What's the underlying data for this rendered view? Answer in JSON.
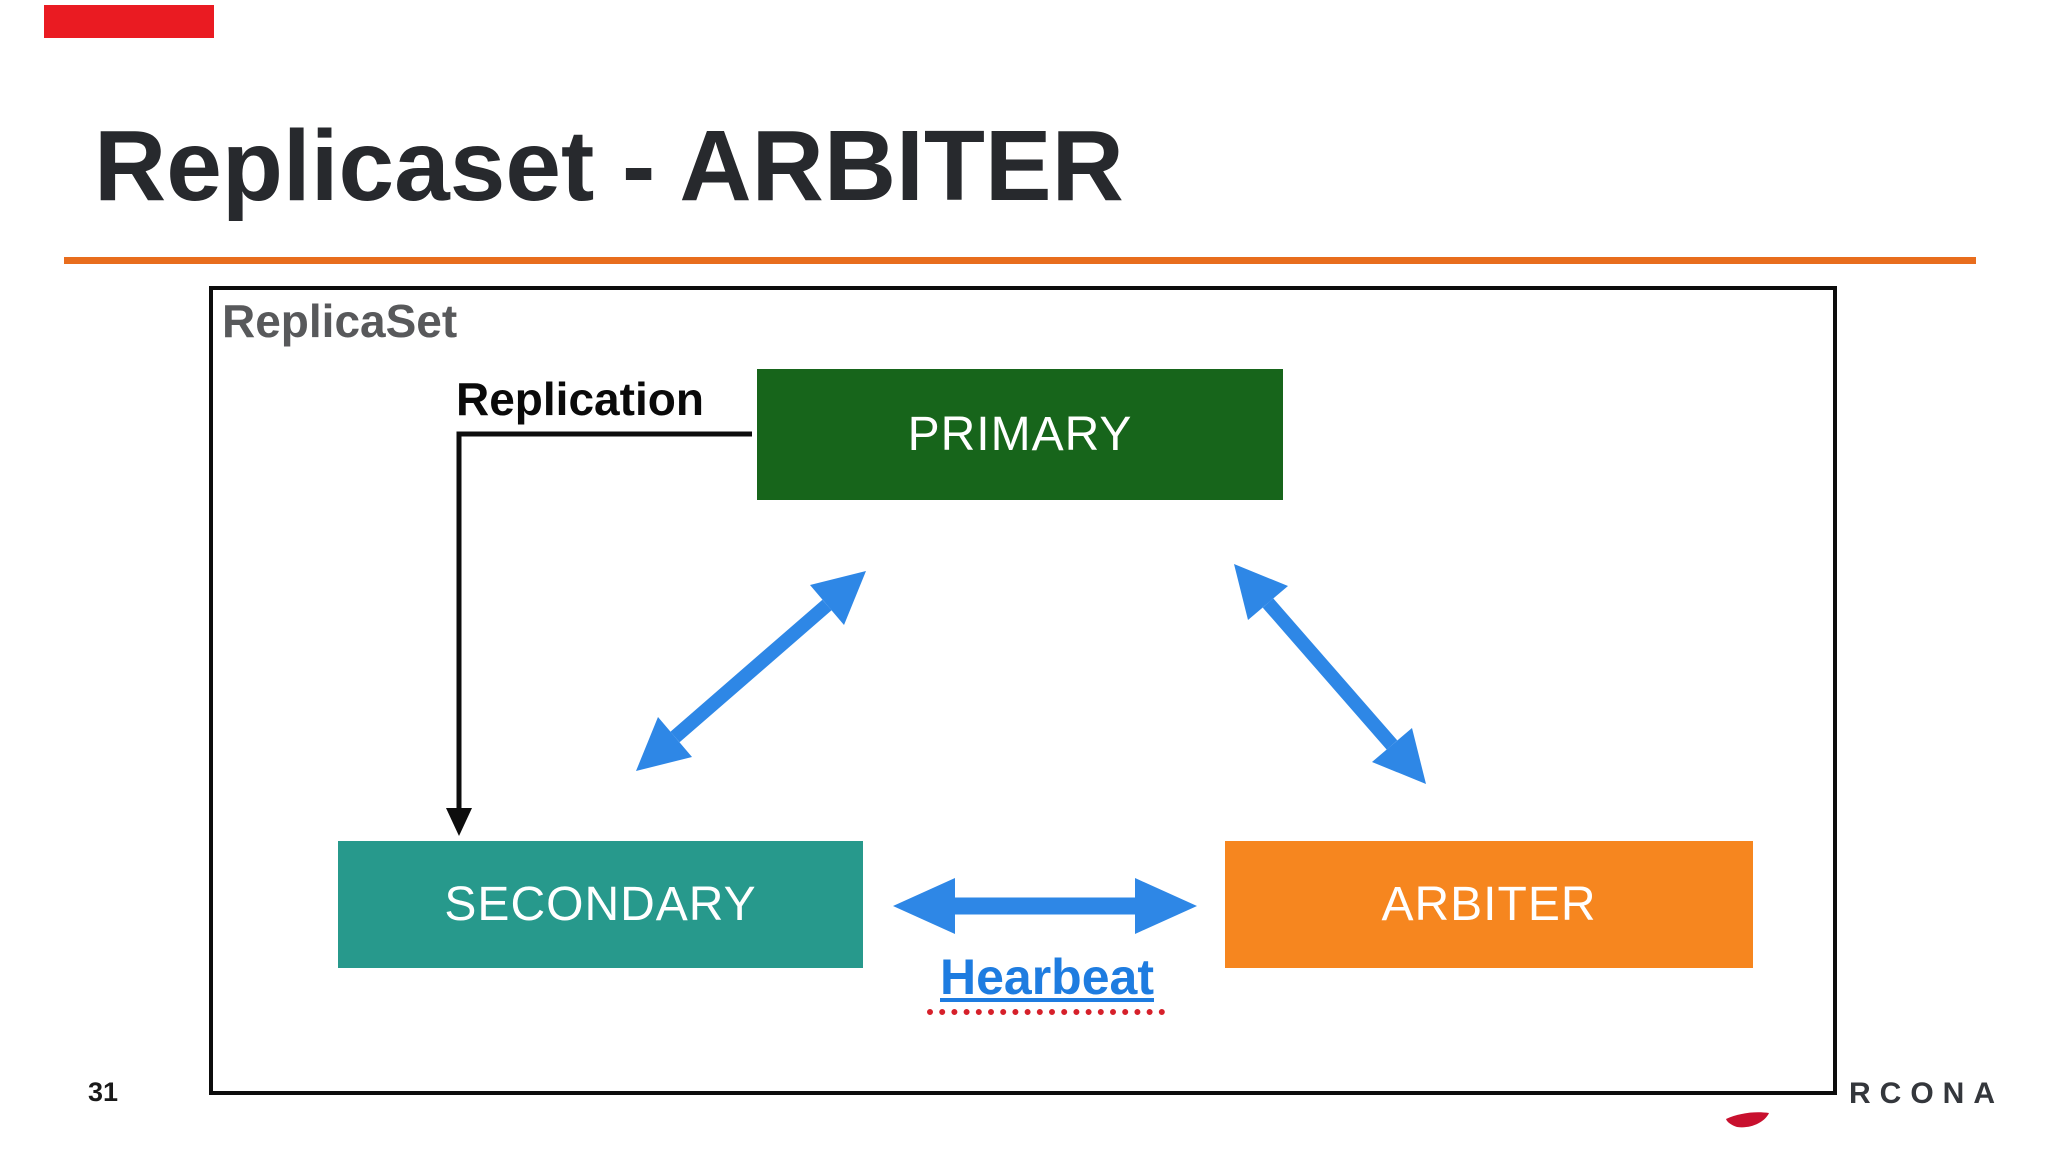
{
  "slide": {
    "title": "Replicaset - ARBITER",
    "colors": {
      "accent_red": "#EA1B22",
      "title_rule_orange": "#E86D1D",
      "title_text": "#27292D"
    }
  },
  "diagram": {
    "container_label": "ReplicaSet",
    "replication_label": "Replication",
    "heartbeat_label": "Hearbeat",
    "nodes": [
      {
        "id": "primary",
        "label": "PRIMARY",
        "color": "#17651B"
      },
      {
        "id": "secondary",
        "label": "SECONDARY",
        "color": "#27998C"
      },
      {
        "id": "arbiter",
        "label": "ARBITER",
        "color": "#F6861F"
      }
    ],
    "colors": {
      "arrow_blue": "#2E87E6",
      "heartbeat_text_blue": "#1E7CE0",
      "spellcheck_red": "#D6202A",
      "replication_arrow_black": "#0D0D0D",
      "frame_border": "#0D0D0D"
    }
  },
  "footer": {
    "page_number": "31",
    "logo_text_visible": "RCONA",
    "logo_mark_color": "#C8102E"
  }
}
